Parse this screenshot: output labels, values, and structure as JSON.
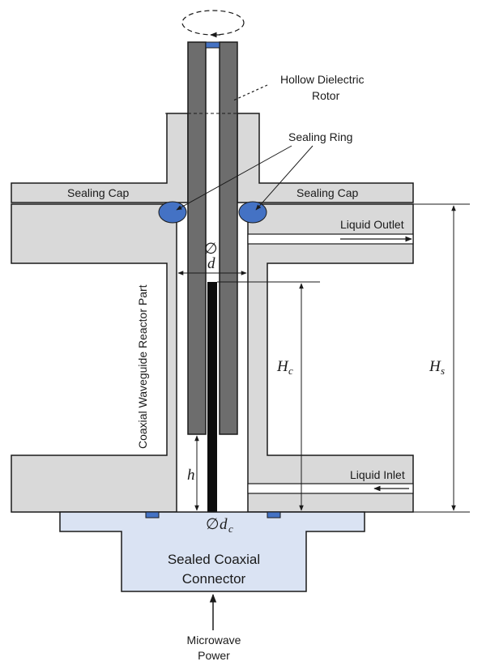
{
  "labels": {
    "rotor_line1": "Hollow Dielectric",
    "rotor_line2": "Rotor",
    "sealing_ring": "Sealing Ring",
    "sealing_cap_left": "Sealing Cap",
    "sealing_cap_right": "Sealing Cap",
    "liquid_outlet": "Liquid Outlet",
    "liquid_inlet": "Liquid Inlet",
    "reactor_part": "Coaxial Waveguide Reactor Part",
    "connector_line1": "Sealed Coaxial",
    "connector_line2": "Connector",
    "power_line1": "Microwave",
    "power_line2": "Power"
  },
  "symbols": {
    "diameter_sign": "∅",
    "d": "d",
    "dc_main": "d",
    "dc_sub": "c",
    "Hc_main": "H",
    "Hc_sub": "c",
    "Hs_main": "H",
    "Hs_sub": "s",
    "h": "h"
  },
  "colors": {
    "body_fill": "#d9d9d9",
    "rotor_fill": "#6d6d6d",
    "inner_conductor": "#0d0d0d",
    "seal_ring": "#4472c4",
    "connector_fill": "#dae3f3",
    "outline": "#1a1a1a"
  }
}
